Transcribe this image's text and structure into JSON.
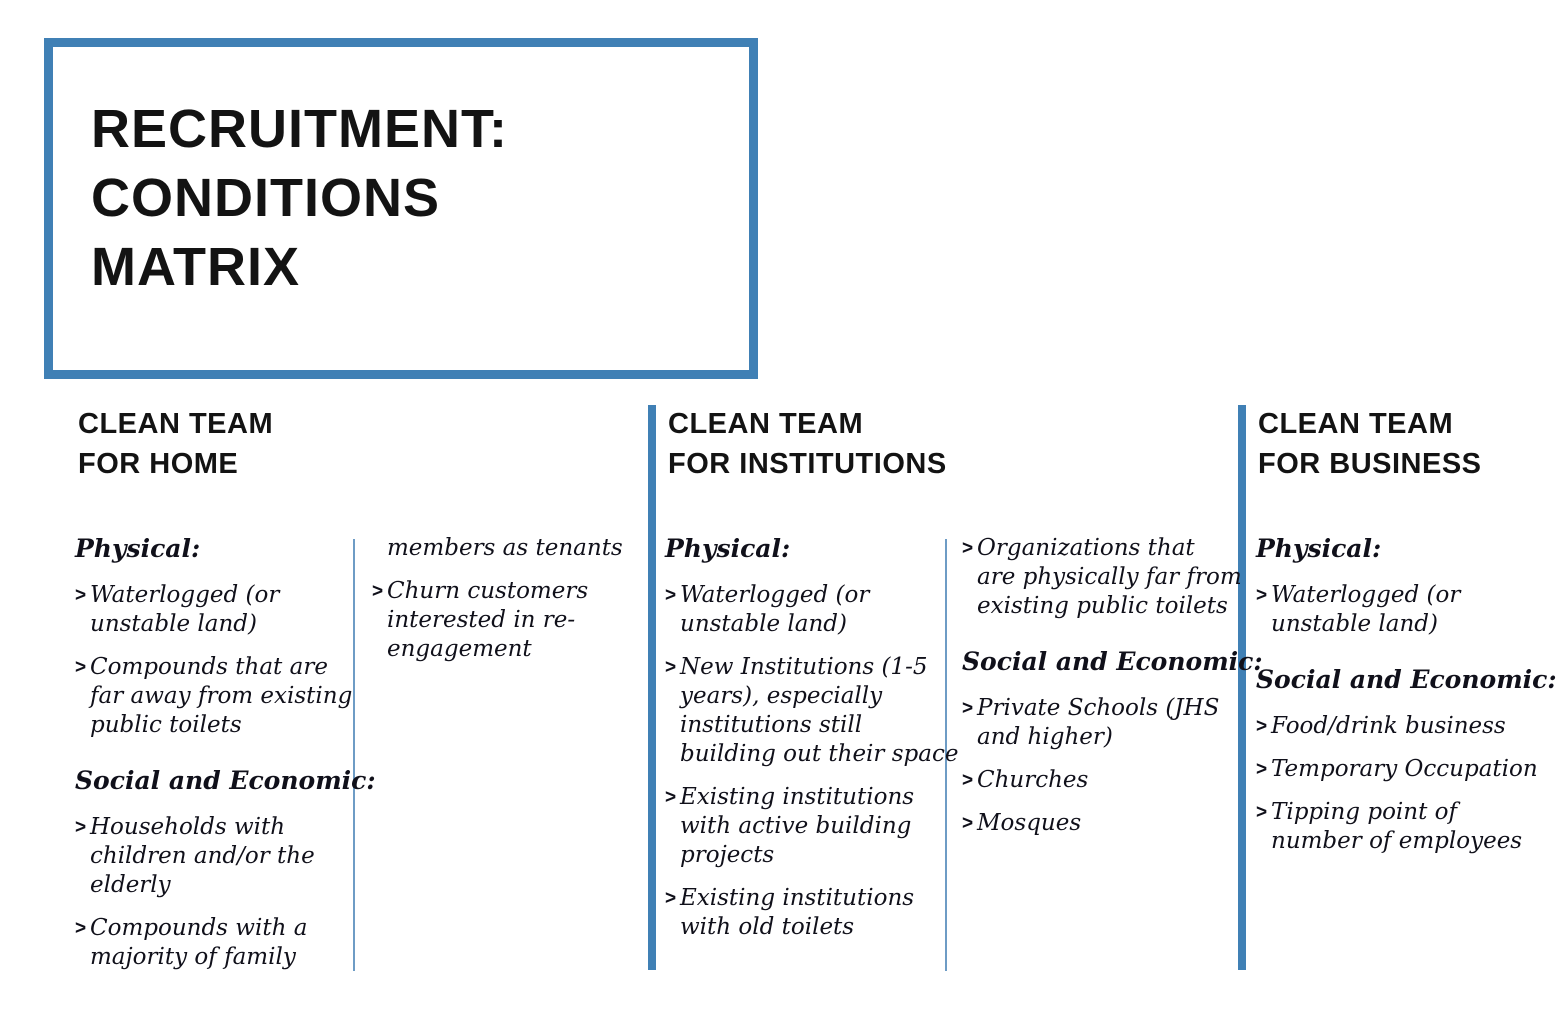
{
  "title": {
    "text": "RECRUITMENT:\nCONDITIONS\nMATRIX"
  },
  "bullet_marker": ">",
  "colors": {
    "accent_blue": "#4080b5",
    "divider_blue": "#6e9cc5",
    "heading_text": "#131313",
    "body_text": "#10101a"
  },
  "sections": [
    {
      "id": "home",
      "heading": "CLEAN TEAM\nFOR HOME",
      "columns": [
        {
          "blocks": [
            {
              "type": "header",
              "text": "Physical:"
            },
            {
              "type": "bullet",
              "text": "Waterlogged (or\nunstable land)"
            },
            {
              "type": "bullet",
              "text": "Compounds that are\nfar away from existing\npublic toilets"
            },
            {
              "type": "header",
              "text": "Social and Economic:"
            },
            {
              "type": "bullet",
              "text": "Households with\nchildren and/or the\nelderly"
            },
            {
              "type": "bullet",
              "text": "Compounds with a\nmajority of family"
            }
          ]
        },
        {
          "blocks": [
            {
              "type": "continuation",
              "text": "members as tenants"
            },
            {
              "type": "bullet",
              "text": "Churn customers\ninterested in re-\nengagement"
            }
          ]
        }
      ]
    },
    {
      "id": "institutions",
      "heading": "CLEAN TEAM\nFOR INSTITUTIONS",
      "columns": [
        {
          "blocks": [
            {
              "type": "header",
              "text": "Physical:"
            },
            {
              "type": "bullet",
              "text": "Waterlogged (or\nunstable land)"
            },
            {
              "type": "bullet",
              "text": "New Institutions (1-5\nyears), especially\ninstitutions still\nbuilding out their space"
            },
            {
              "type": "bullet",
              "text": "Existing institutions\nwith active building\nprojects"
            },
            {
              "type": "bullet",
              "text": "Existing institutions\nwith old toilets"
            }
          ]
        },
        {
          "blocks": [
            {
              "type": "bullet",
              "text": "Organizations that\nare physically far from\nexisting public toilets"
            },
            {
              "type": "header",
              "text": "Social and Economic:"
            },
            {
              "type": "bullet",
              "text": "Private Schools (JHS\nand higher)"
            },
            {
              "type": "bullet",
              "text": "Churches"
            },
            {
              "type": "bullet",
              "text": "Mosques"
            }
          ]
        }
      ]
    },
    {
      "id": "business",
      "heading": "CLEAN TEAM\nFOR BUSINESS",
      "columns": [
        {
          "blocks": [
            {
              "type": "header",
              "text": "Physical:"
            },
            {
              "type": "bullet",
              "text": "Waterlogged (or\nunstable land)"
            },
            {
              "type": "header",
              "text": "Social and Economic:"
            },
            {
              "type": "bullet",
              "text": "Food/drink business"
            },
            {
              "type": "bullet",
              "text": "Temporary Occupation"
            },
            {
              "type": "bullet",
              "text": "Tipping point of\nnumber of employees"
            }
          ]
        }
      ]
    }
  ]
}
